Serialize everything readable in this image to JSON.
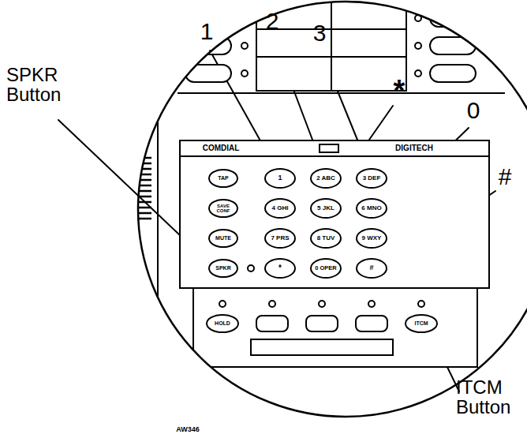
{
  "diagram": {
    "labels": [
      "1",
      "2",
      "3",
      "*",
      "0",
      "#",
      "SPKR Button",
      "ITCM Button",
      "COMDIAL",
      "DIGITECH",
      "TAP",
      "SAVE CONF",
      "MUTE",
      "SPKR",
      "1",
      "2 ABC",
      "3 DEF",
      "4 GHI",
      "5 JKL",
      "6 MNO",
      "7 PRS",
      "8 TUV",
      "9 WXY",
      "*",
      "0 OPER",
      "#",
      "HOLD",
      "ITCM",
      "AW346"
    ]
  }
}
